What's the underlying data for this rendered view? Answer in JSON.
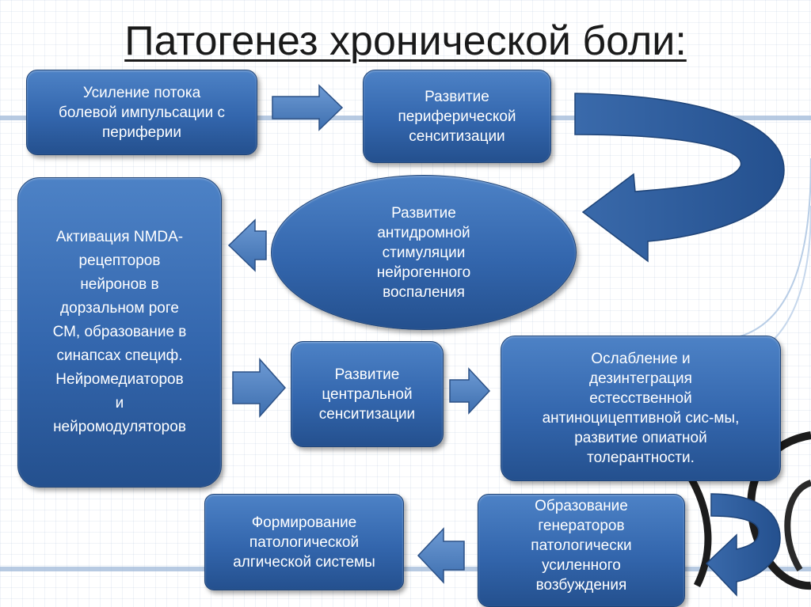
{
  "title": "Патогенез хронической боли:",
  "boxes": {
    "b1": [
      "Усиление потока",
      "болевой импульсации с",
      "периферии"
    ],
    "b2": [
      "Развитие",
      "периферической",
      "сенситизации"
    ],
    "b3": [
      "Развитие",
      "антидромной",
      "стимуляции",
      "нейрогенного",
      "воспаления"
    ],
    "b4": [
      "Активация NMDA-",
      "рецепторов",
      "нейронов в",
      "дорзальном роге",
      "СМ, образование в",
      "синапсах специф.",
      "Нейромедиаторов",
      "и",
      "нейромодуляторов"
    ],
    "b5": [
      "Развитие",
      "центральной",
      "сенситизации"
    ],
    "b6": [
      "Ослабление и",
      "дезинтеграция",
      "естесственной",
      "антиноцицептивной сис-мы,",
      "развитие опиатной",
      "толерантности."
    ],
    "b7": [
      "Формирование",
      "патологической",
      "алгической системы"
    ],
    "b8": [
      "Образование",
      "генераторов",
      "патологически",
      "усиленного",
      "возбуждения"
    ]
  },
  "colors": {
    "box_fill": "#3366ad",
    "box_border": "#1f4478",
    "arrow_fill": "#4f81bd",
    "arrow_border": "#2c5186",
    "text": "#ffffff"
  }
}
